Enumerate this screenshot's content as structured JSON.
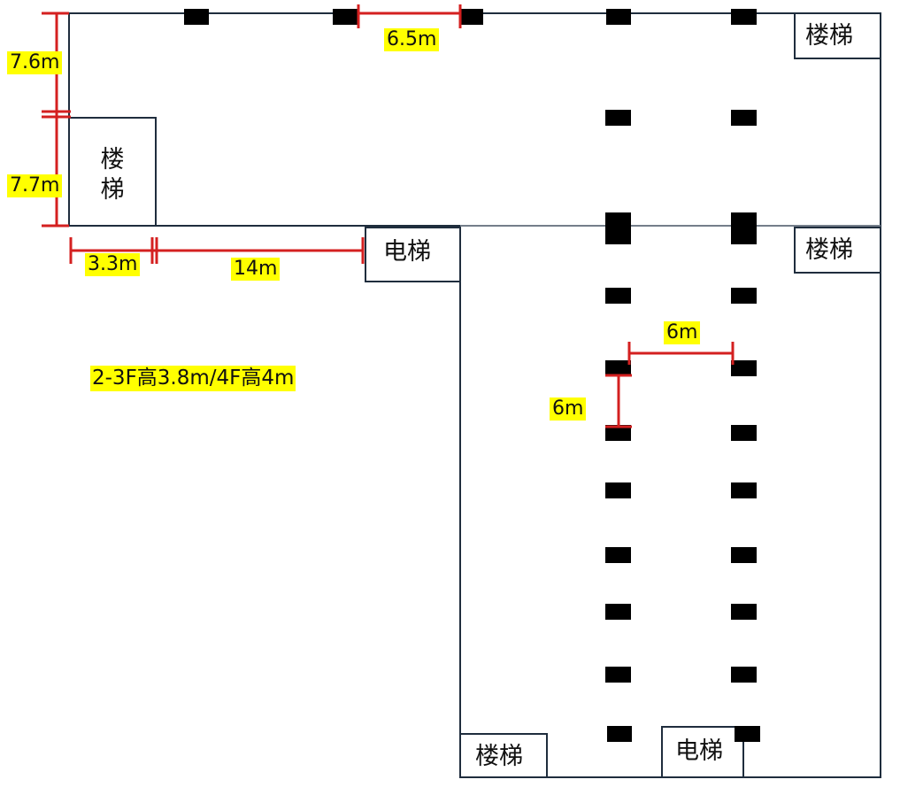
{
  "labels": {
    "stair_top_right": "楼梯",
    "stair_left_char1": "楼",
    "stair_left_char2": "梯",
    "stair_mid_right": "楼梯",
    "elevator_mid": "电梯",
    "stair_bottom": "楼梯",
    "elevator_bottom": "电梯"
  },
  "dimensions": {
    "top_span": "6.5m",
    "left_upper": "7.6m",
    "left_lower": "7.7m",
    "bottom_short": "3.3m",
    "bottom_long": "14m",
    "grid_horizontal": "6m",
    "grid_vertical": "6m"
  },
  "note": "2-3F高3.8m/4F高4m",
  "colors": {
    "wall": "#1f2d3d",
    "dimension": "#d42020",
    "highlight": "#ffff00",
    "column": "#000000"
  }
}
